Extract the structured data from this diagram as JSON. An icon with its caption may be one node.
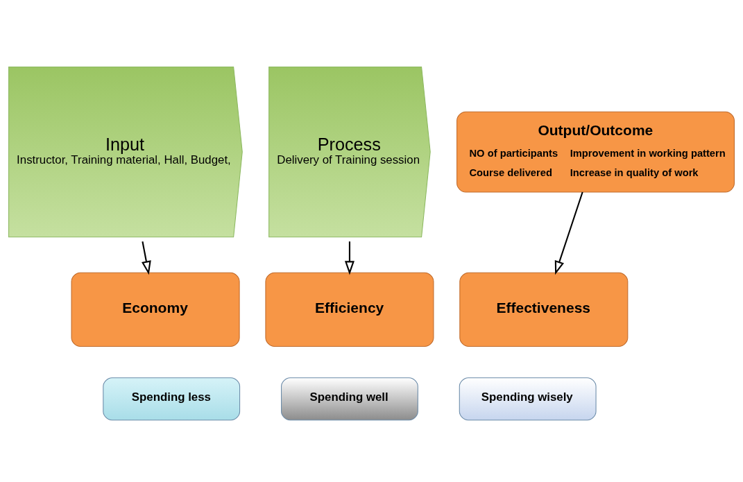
{
  "diagram": {
    "nodes": [
      {
        "text": [
          "Input",
          "Instructor, Training material, Hall, Budget,"
        ]
      },
      {
        "text": [
          "Process",
          "Delivery of Training session"
        ]
      },
      {
        "text": [
          "Output/Outcome",
          "NO of participants",
          "Improvement in working pattern",
          "Course delivered",
          "Increase in quality of work"
        ]
      },
      {
        "text": [
          "Economy"
        ]
      },
      {
        "text": [
          "Efficiency"
        ]
      },
      {
        "text": [
          "Effectiveness"
        ]
      },
      {
        "text": [
          "Spending less"
        ]
      },
      {
        "text": [
          "Spending well"
        ]
      },
      {
        "text": [
          "Spending wisely"
        ]
      }
    ],
    "edges": [
      {
        "from": 0,
        "to": 3,
        "arrow": "to"
      },
      {
        "from": 1,
        "to": 4,
        "arrow": "to"
      },
      {
        "from": 2,
        "to": 5,
        "arrow": "to"
      }
    ]
  }
}
